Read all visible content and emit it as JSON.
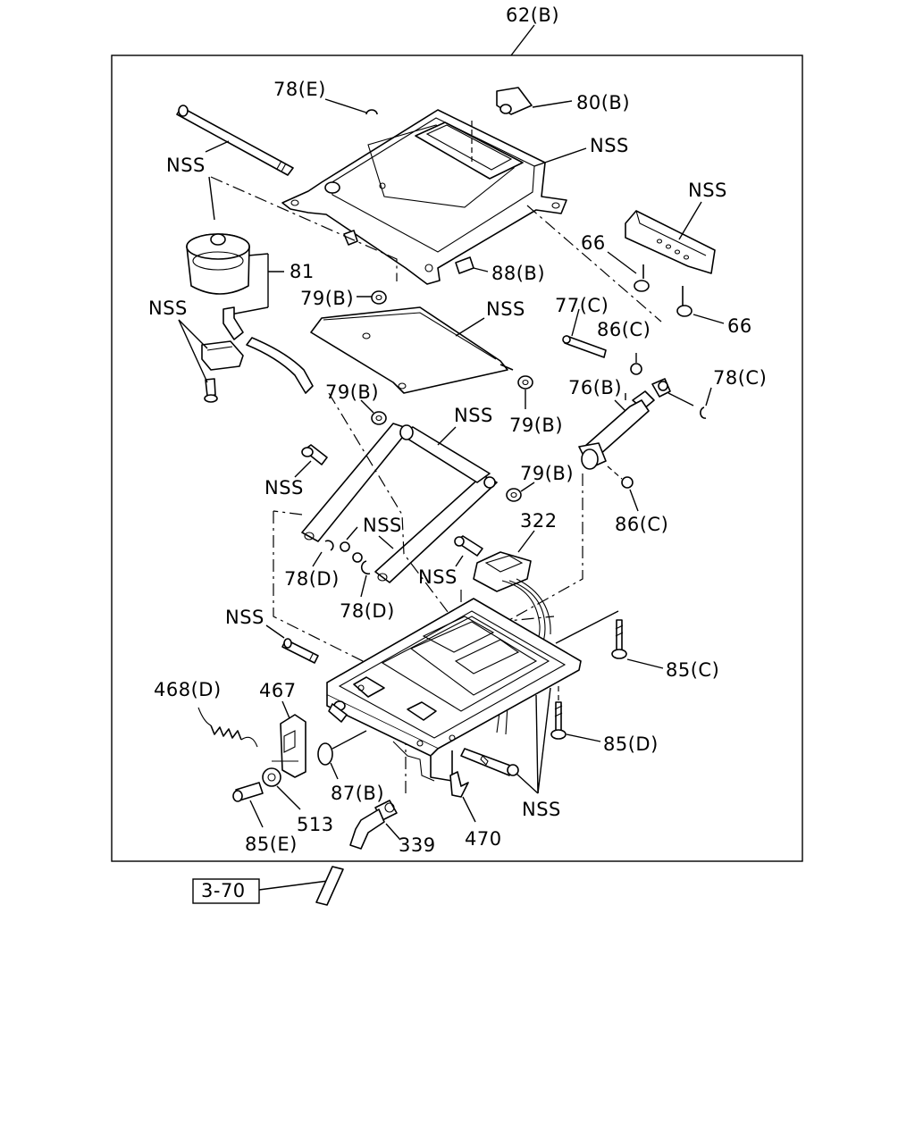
{
  "diagram": {
    "frame_label": "62(B)",
    "reference_label": "3-70",
    "callouts": {
      "c_78E": "78(E)",
      "c_80B": "80(B)",
      "c_nss_top_right": "NSS",
      "c_nss_top_left": "NSS",
      "c_nss_bracket": "NSS",
      "c_81": "81",
      "c_88B": "88(B)",
      "c_66_a": "66",
      "c_66_b": "66",
      "c_79B_1": "79(B)",
      "c_nss_upper_arm": "NSS",
      "c_nss_left_bracket": "NSS",
      "c_77C": "77(C)",
      "c_86C_1": "86(C)",
      "c_78C": "78(C)",
      "c_79B_2": "79(B)",
      "c_76B": "76(B)",
      "c_79B_3": "79(B)",
      "c_nss_lower_arm": "NSS",
      "c_nss_bolt_left": "NSS",
      "c_79B_4": "79(B)",
      "c_86C_2": "86(C)",
      "c_322": "322",
      "c_nss_mid": "NSS",
      "c_78D_1": "78(D)",
      "c_nss_switch": "NSS",
      "c_78D_2": "78(D)",
      "c_nss_pin_left": "NSS",
      "c_85C": "85(C)",
      "c_468D": "468(D)",
      "c_467": "467",
      "c_85D": "85(D)",
      "c_87B": "87(B)",
      "c_nss_bottom_right": "NSS",
      "c_513": "513",
      "c_85E": "85(E)",
      "c_339": "339",
      "c_470": "470"
    }
  }
}
